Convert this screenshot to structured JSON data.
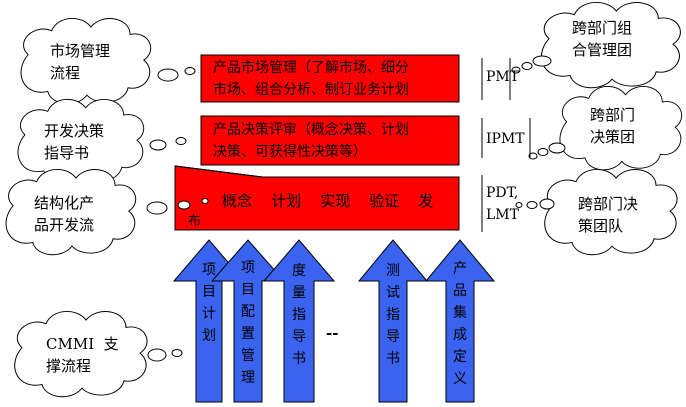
{
  "left_clouds": {
    "market": "市场管理\n流程",
    "decision": "开发决策\n指导书",
    "structured": "结构化产\n品开发流",
    "cmmi": "CMMI  支\n撑流程"
  },
  "right_clouds": {
    "cross_pmt": "跨部门组\n合管理团",
    "cross_ipmt": "跨部门\n决策团",
    "cross_team": "跨部门决\n策团队"
  },
  "team_labels": {
    "pmt": "PMT",
    "ipmt": "IPMT",
    "pdt_lmt": "PDT,\nLMT"
  },
  "red_boxes": {
    "market": "产品市场管理（了解市场、细分\n市场、组合分析、制订业务计划",
    "decision": "产品决策评审（概念决策、计划\n决策、可获得性决策等）",
    "phases": "概念    计划    实现    验证    发",
    "phases_tail": "布"
  },
  "arrows": [
    {
      "text": "项目计划"
    },
    {
      "text": "项目配置管理"
    },
    {
      "text": "度量指导书"
    },
    {
      "text": "测试指导书"
    },
    {
      "text": "产品集成定义"
    }
  ],
  "ellipsis": "--",
  "colors": {
    "red_box": "#ff0000",
    "arrow_blue": "#3a63f0",
    "outline": "#000000"
  }
}
